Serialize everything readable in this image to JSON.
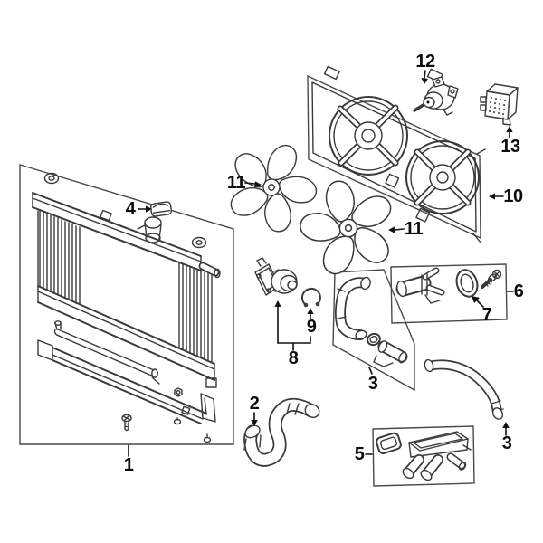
{
  "figure": {
    "background_color": "#ffffff",
    "line_color": "#3a3a3a",
    "label_color": "#0d0d0d",
    "callouts": {
      "c1": "1",
      "c2": "2",
      "c3_upper": "3",
      "c3_lower": "3",
      "c4": "4",
      "c5": "5",
      "c6": "6",
      "c7": "7",
      "c8": "8",
      "c9": "9",
      "c10": "10",
      "c11_left": "11",
      "c11_right": "11",
      "c12": "12",
      "c13": "13"
    }
  }
}
